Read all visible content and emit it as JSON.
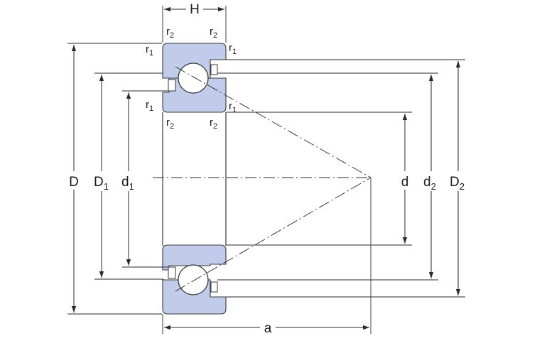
{
  "colors": {
    "ring_fill": "#c0cce9",
    "ring_stroke": "#3a3a3a",
    "line": "#2a2a2a",
    "background": "#ffffff"
  },
  "labels": {
    "H": "H",
    "D": "D",
    "D1": {
      "main": "D",
      "sub": "1"
    },
    "d1": {
      "main": "d",
      "sub": "1"
    },
    "d": "d",
    "d2": {
      "main": "d",
      "sub": "2"
    },
    "D2": {
      "main": "D",
      "sub": "2"
    },
    "a": "a",
    "r1": {
      "main": "r",
      "sub": "1"
    },
    "r2": {
      "main": "r",
      "sub": "2"
    }
  }
}
